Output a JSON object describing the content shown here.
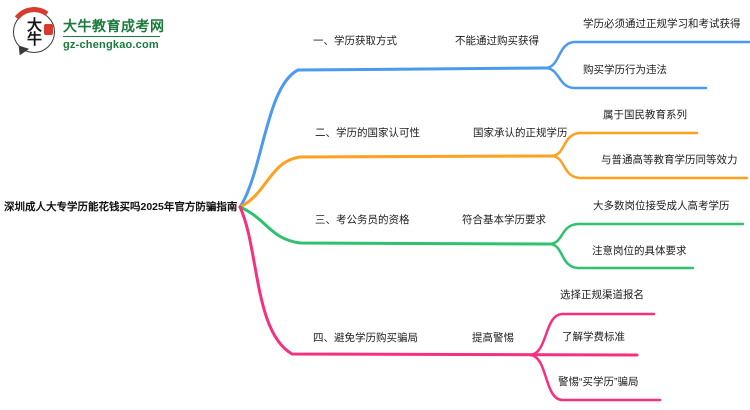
{
  "brand": {
    "logo_monogram": "大牛",
    "site_name": "大牛教育成考网",
    "site_url": "gz-chengkao.com",
    "green": "#1a7a3c",
    "red": "#d93a2b"
  },
  "mindmap": {
    "root": {
      "label": "深圳成人大专学历能花钱买吗2025年官方防骗指南"
    },
    "branches": [
      {
        "label": "一、学历获取方式",
        "value": "不能通过购买获得",
        "color": "#4a9af0",
        "children": [
          "学历必须通过正规学习和考试获得",
          "购买学历行为违法"
        ]
      },
      {
        "label": "二、学历的国家认可性",
        "value": "国家承认的正规学历",
        "color": "#ffa01e",
        "children": [
          "属于国民教育系列",
          "与普通高等教育学历同等效力"
        ]
      },
      {
        "label": "三、考公务员的资格",
        "value": "符合基本学历要求",
        "color": "#2ec16e",
        "children": [
          "大多数岗位接受成人高考学历",
          "注意岗位的具体要求"
        ]
      },
      {
        "label": "四、避免学历购买骗局",
        "value": "提高警惕",
        "color": "#f5317f",
        "children": [
          "选择正规渠道报名",
          "了解学费标准",
          "警惕“买学历”骗局"
        ]
      }
    ]
  }
}
